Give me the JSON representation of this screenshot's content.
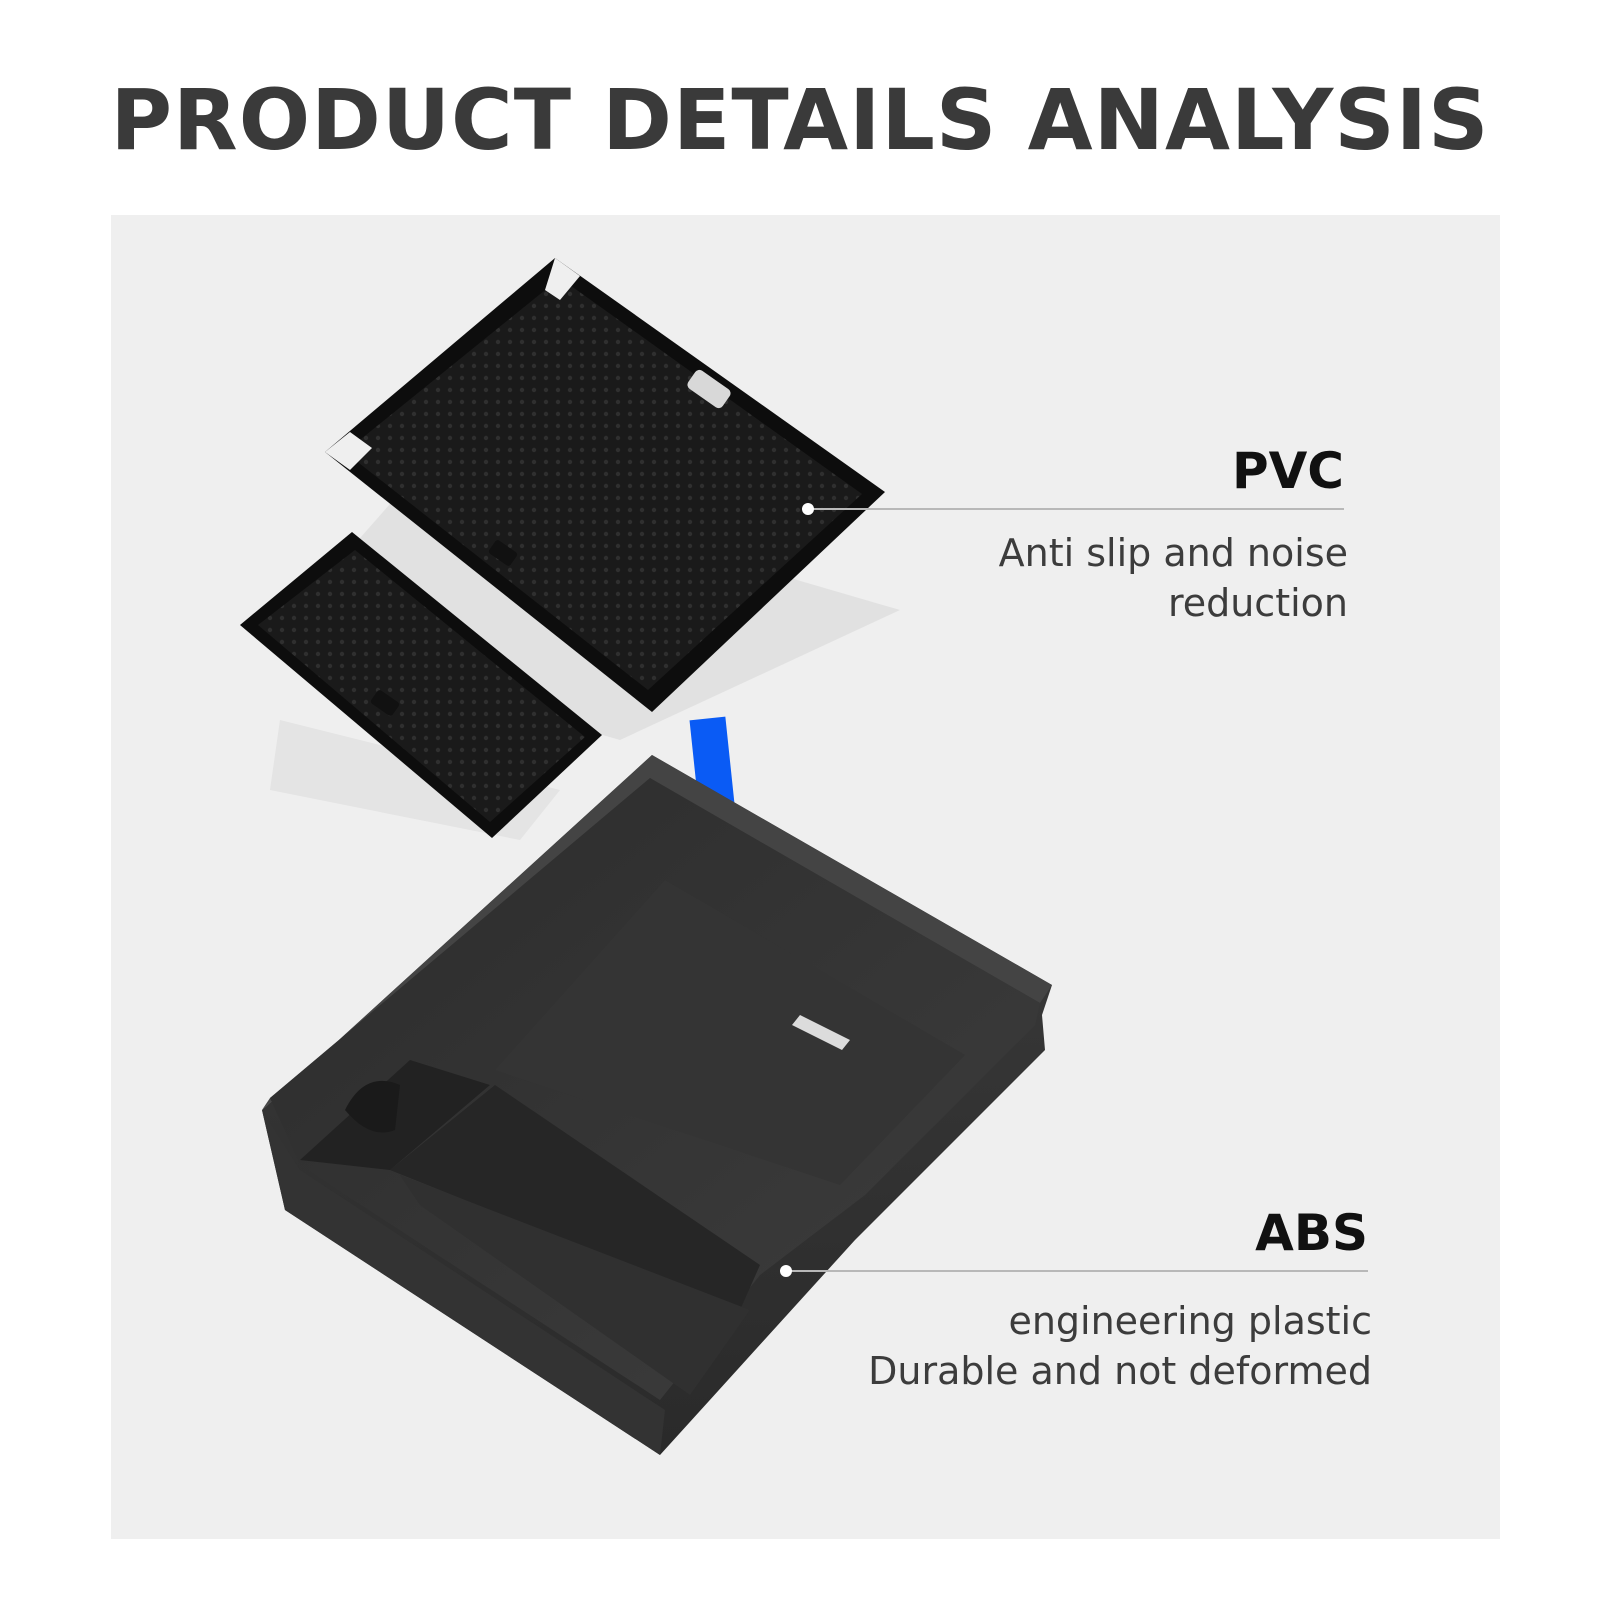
{
  "page": {
    "title": "PRODUCT DETAILS ANALYSIS"
  },
  "callouts": {
    "pvc": {
      "heading": "PVC",
      "lines": [
        "Anti slip and noise",
        "reduction"
      ]
    },
    "abs": {
      "heading": "ABS",
      "lines": [
        "engineering plastic",
        "Durable and not deformed"
      ]
    }
  },
  "colors": {
    "title_text": "#3a3a3a",
    "panel_background": "#efefef",
    "arrow": "#0a5bf5",
    "product_dark": "#1c1c1c",
    "leader_line": "#b8b8b8"
  },
  "icons": {
    "arrow": "down-arrow-icon"
  }
}
